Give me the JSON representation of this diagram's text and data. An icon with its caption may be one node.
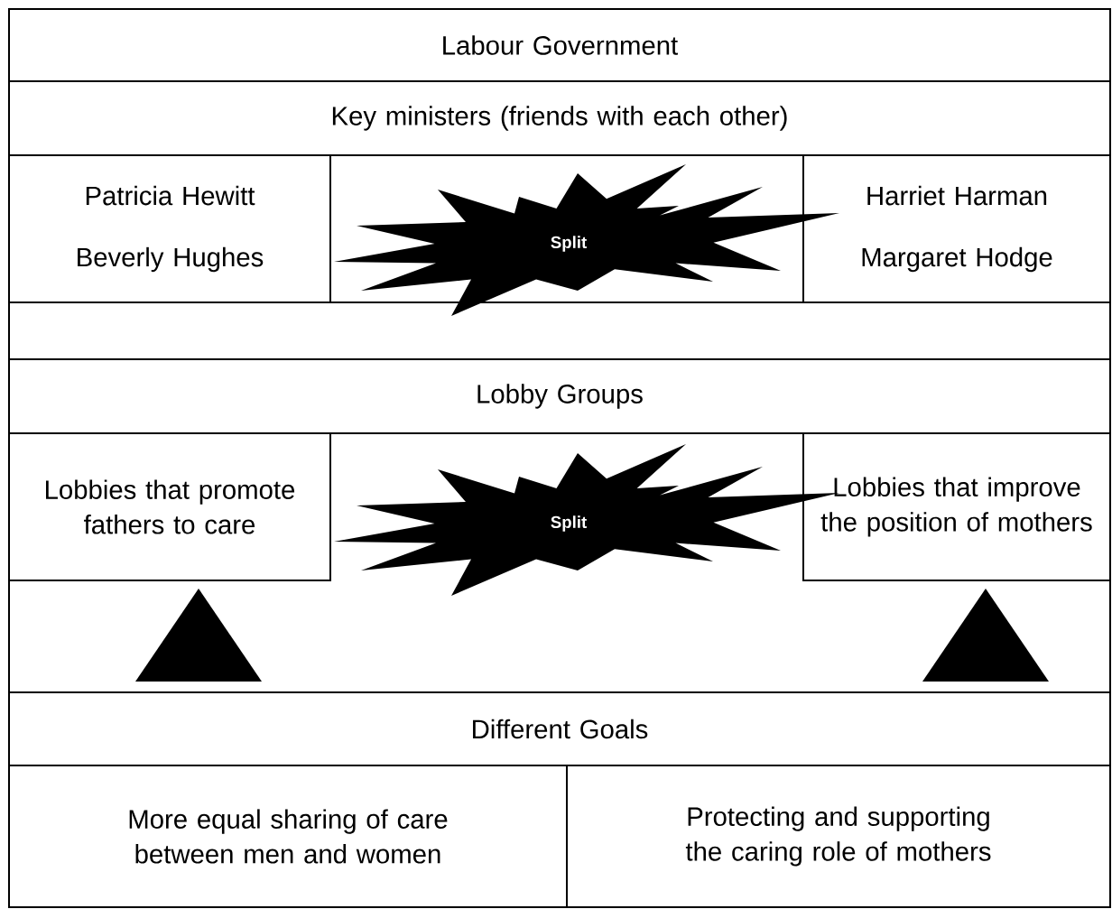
{
  "diagram": {
    "nodes": [
      {
        "text": [
          "Labour Government"
        ]
      },
      {
        "text": [
          "Key ministers (friends with each other)"
        ]
      },
      {
        "text": [
          "Patricia Hewitt",
          "Beverly Hughes"
        ]
      },
      {
        "text": [
          "Split"
        ]
      },
      {
        "text": [
          "Harriet Harman",
          "Margaret Hodge"
        ]
      },
      {
        "text": [
          "Lobby Groups"
        ]
      },
      {
        "text": [
          "Lobbies that promote fathers to care"
        ]
      },
      {
        "text": [
          "Split"
        ]
      },
      {
        "text": [
          "Lobbies that improve the position of mothers"
        ]
      },
      {
        "text": [],
        "shape": "triangle"
      },
      {
        "text": [],
        "shape": "triangle"
      },
      {
        "text": [
          "Different Goals"
        ]
      },
      {
        "text": [
          "More equal sharing of care between men and women"
        ]
      },
      {
        "text": [
          "Protecting and supporting the caring role of mothers"
        ]
      }
    ]
  }
}
